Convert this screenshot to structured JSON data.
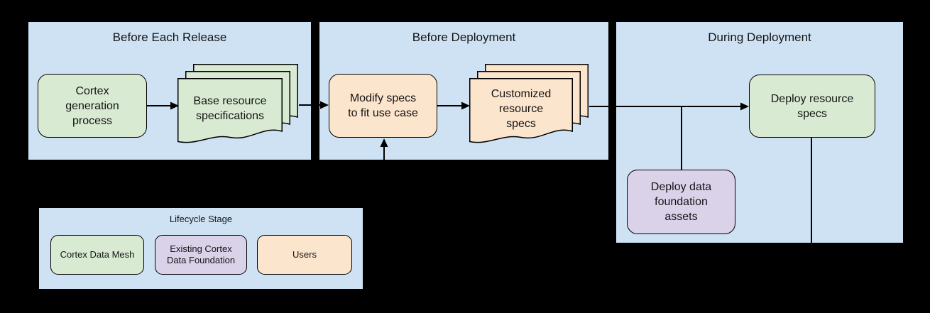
{
  "colors": {
    "background": "#000000",
    "panel_fill": "#cfe2f3",
    "cortex_data_mesh_green": "#d9ead3",
    "existing_foundation_purple": "#d9d2e9",
    "users_orange": "#fce5cd",
    "stroke": "#000000",
    "text": "#141414"
  },
  "panels": [
    {
      "title": "Before Each Release"
    },
    {
      "title": "Before Deployment"
    },
    {
      "title": "During Deployment"
    }
  ],
  "nodes": {
    "cortex_generation": "Cortex\ngeneration\nprocess",
    "base_resource_specs": "Base resource\nspecifications",
    "modify_specs": "Modify specs\nto fit use case",
    "customized_resource_specs": "Customized\nresource\nspecs",
    "deploy_resource_specs": "Deploy resource\nspecs",
    "deploy_data_foundation": "Deploy data\nfoundation\nassets"
  },
  "legend": {
    "title": "Lifecycle Stage",
    "items": [
      {
        "label": "Cortex Data Mesh",
        "color": "#d9ead3"
      },
      {
        "label": "Existing Cortex\nData Foundation",
        "color": "#d9d2e9"
      },
      {
        "label": "Users",
        "color": "#fce5cd"
      }
    ]
  }
}
